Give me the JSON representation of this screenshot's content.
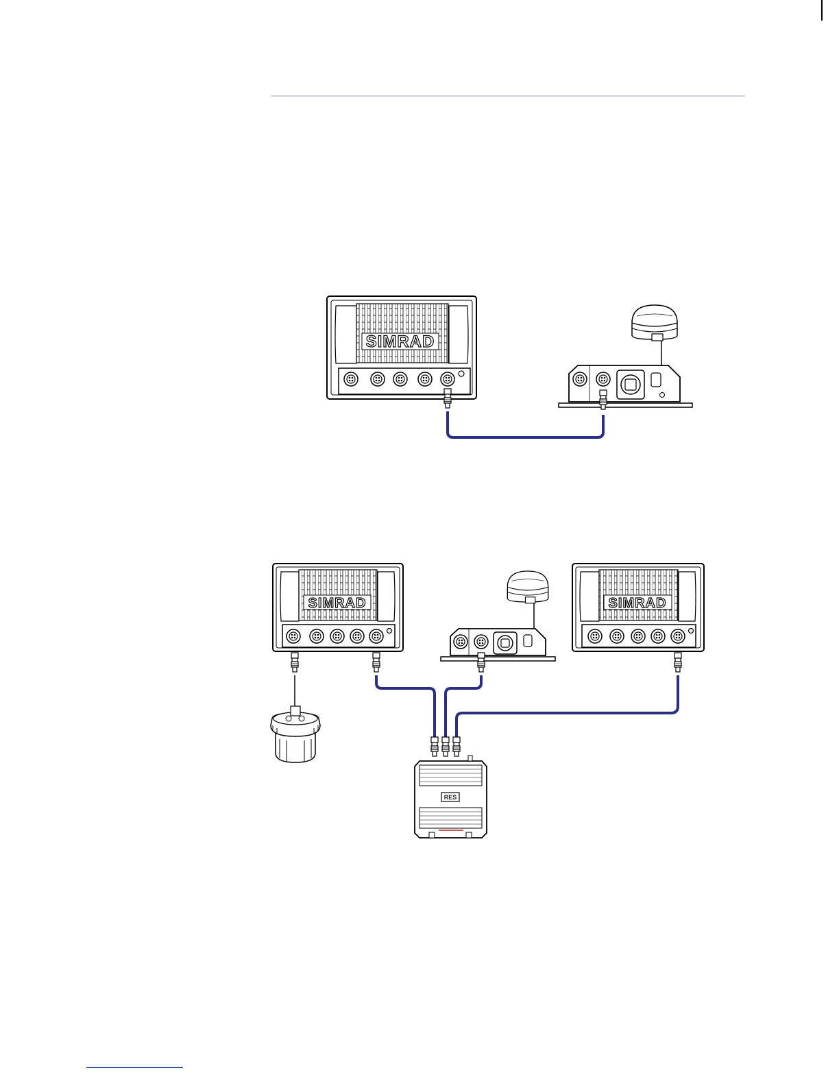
{
  "page": {
    "figures": [
      {
        "devices": {
          "display": {
            "brand": "SIMRAD"
          }
        }
      },
      {
        "devices": {
          "display_left": {
            "brand": "SIMRAD"
          },
          "display_right": {
            "brand": "SIMRAD"
          },
          "ethernet_box": {
            "label": "RES"
          }
        }
      }
    ]
  },
  "colors": {
    "cable": "#2a2f85",
    "rule_top": "#c9d4dd",
    "rule_bottom": "#3a5a9c",
    "line_art": "#000000"
  }
}
